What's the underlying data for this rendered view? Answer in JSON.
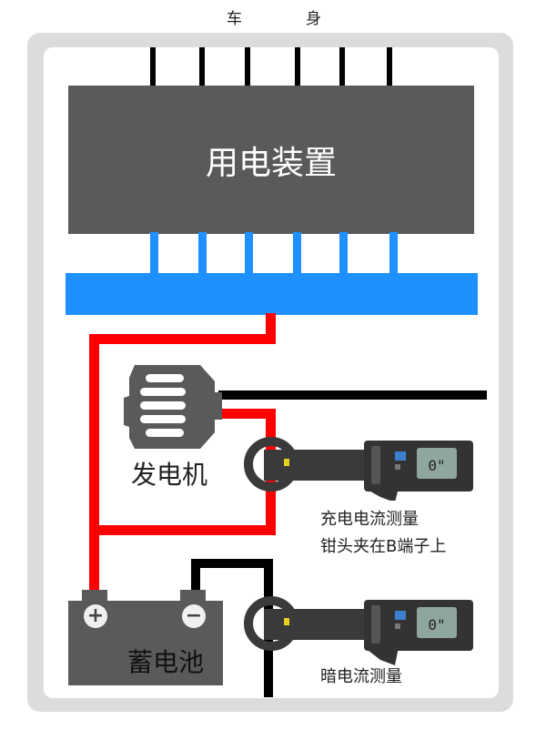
{
  "header": {
    "char_left": "车",
    "char_right": "身"
  },
  "device": {
    "label": "用电装置"
  },
  "generator": {
    "label": "发电机"
  },
  "battery": {
    "label": "蓄电池",
    "plus_symbol": "+",
    "minus_symbol": "−"
  },
  "charging_clamp": {
    "caption_line1": "充电电流测量",
    "caption_line2": "钳头夹在B端子上"
  },
  "dark_clamp": {
    "caption": "暗电流测量"
  },
  "colors": {
    "frame": "#dcdcdc",
    "device": "#5a5a5a",
    "busbar": "#1e90ff",
    "positive_wire": "#ff0000",
    "ground_wire": "#000000",
    "clamp_body": "#3a3a3a",
    "clamp_screen": "#8fa6a0"
  },
  "icons": [
    "generator-icon",
    "clamp-meter-icon",
    "battery-icon"
  ]
}
